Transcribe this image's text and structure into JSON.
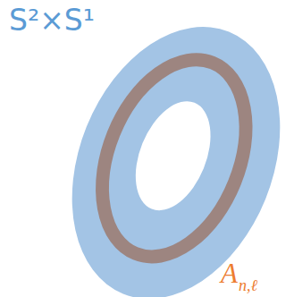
{
  "diagram": {
    "labels": [
      "S²×S¹",
      "A",
      "n,ℓ"
    ]
  }
}
